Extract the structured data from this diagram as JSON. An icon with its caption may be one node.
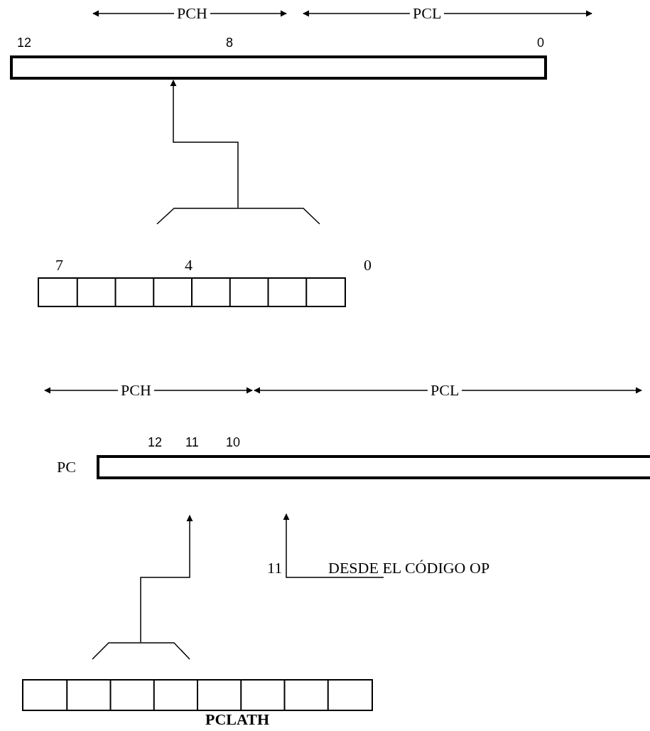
{
  "diagram": {
    "nodes": [
      {
        "text": [],
        "shape": "bar"
      },
      {
        "text": [],
        "shape": "bar"
      },
      {
        "text": [
          "PC"
        ]
      },
      {
        "text": [
          "PCLATH"
        ]
      },
      {
        "text": [
          "DESDE EL CÓDIGO OP"
        ]
      }
    ],
    "edges": [
      {
        "from": 1,
        "to": 0,
        "arrow": "to"
      },
      {
        "from": 3,
        "to": 2,
        "arrow": "to"
      },
      {
        "from": 4,
        "to": 2,
        "arrow": "to",
        "label": "11"
      }
    ],
    "labels": [
      "PCH",
      "PCL",
      "12",
      "8",
      "0",
      "7",
      "4",
      "0",
      "PCH",
      "PCL",
      "12",
      "11",
      "10"
    ]
  }
}
